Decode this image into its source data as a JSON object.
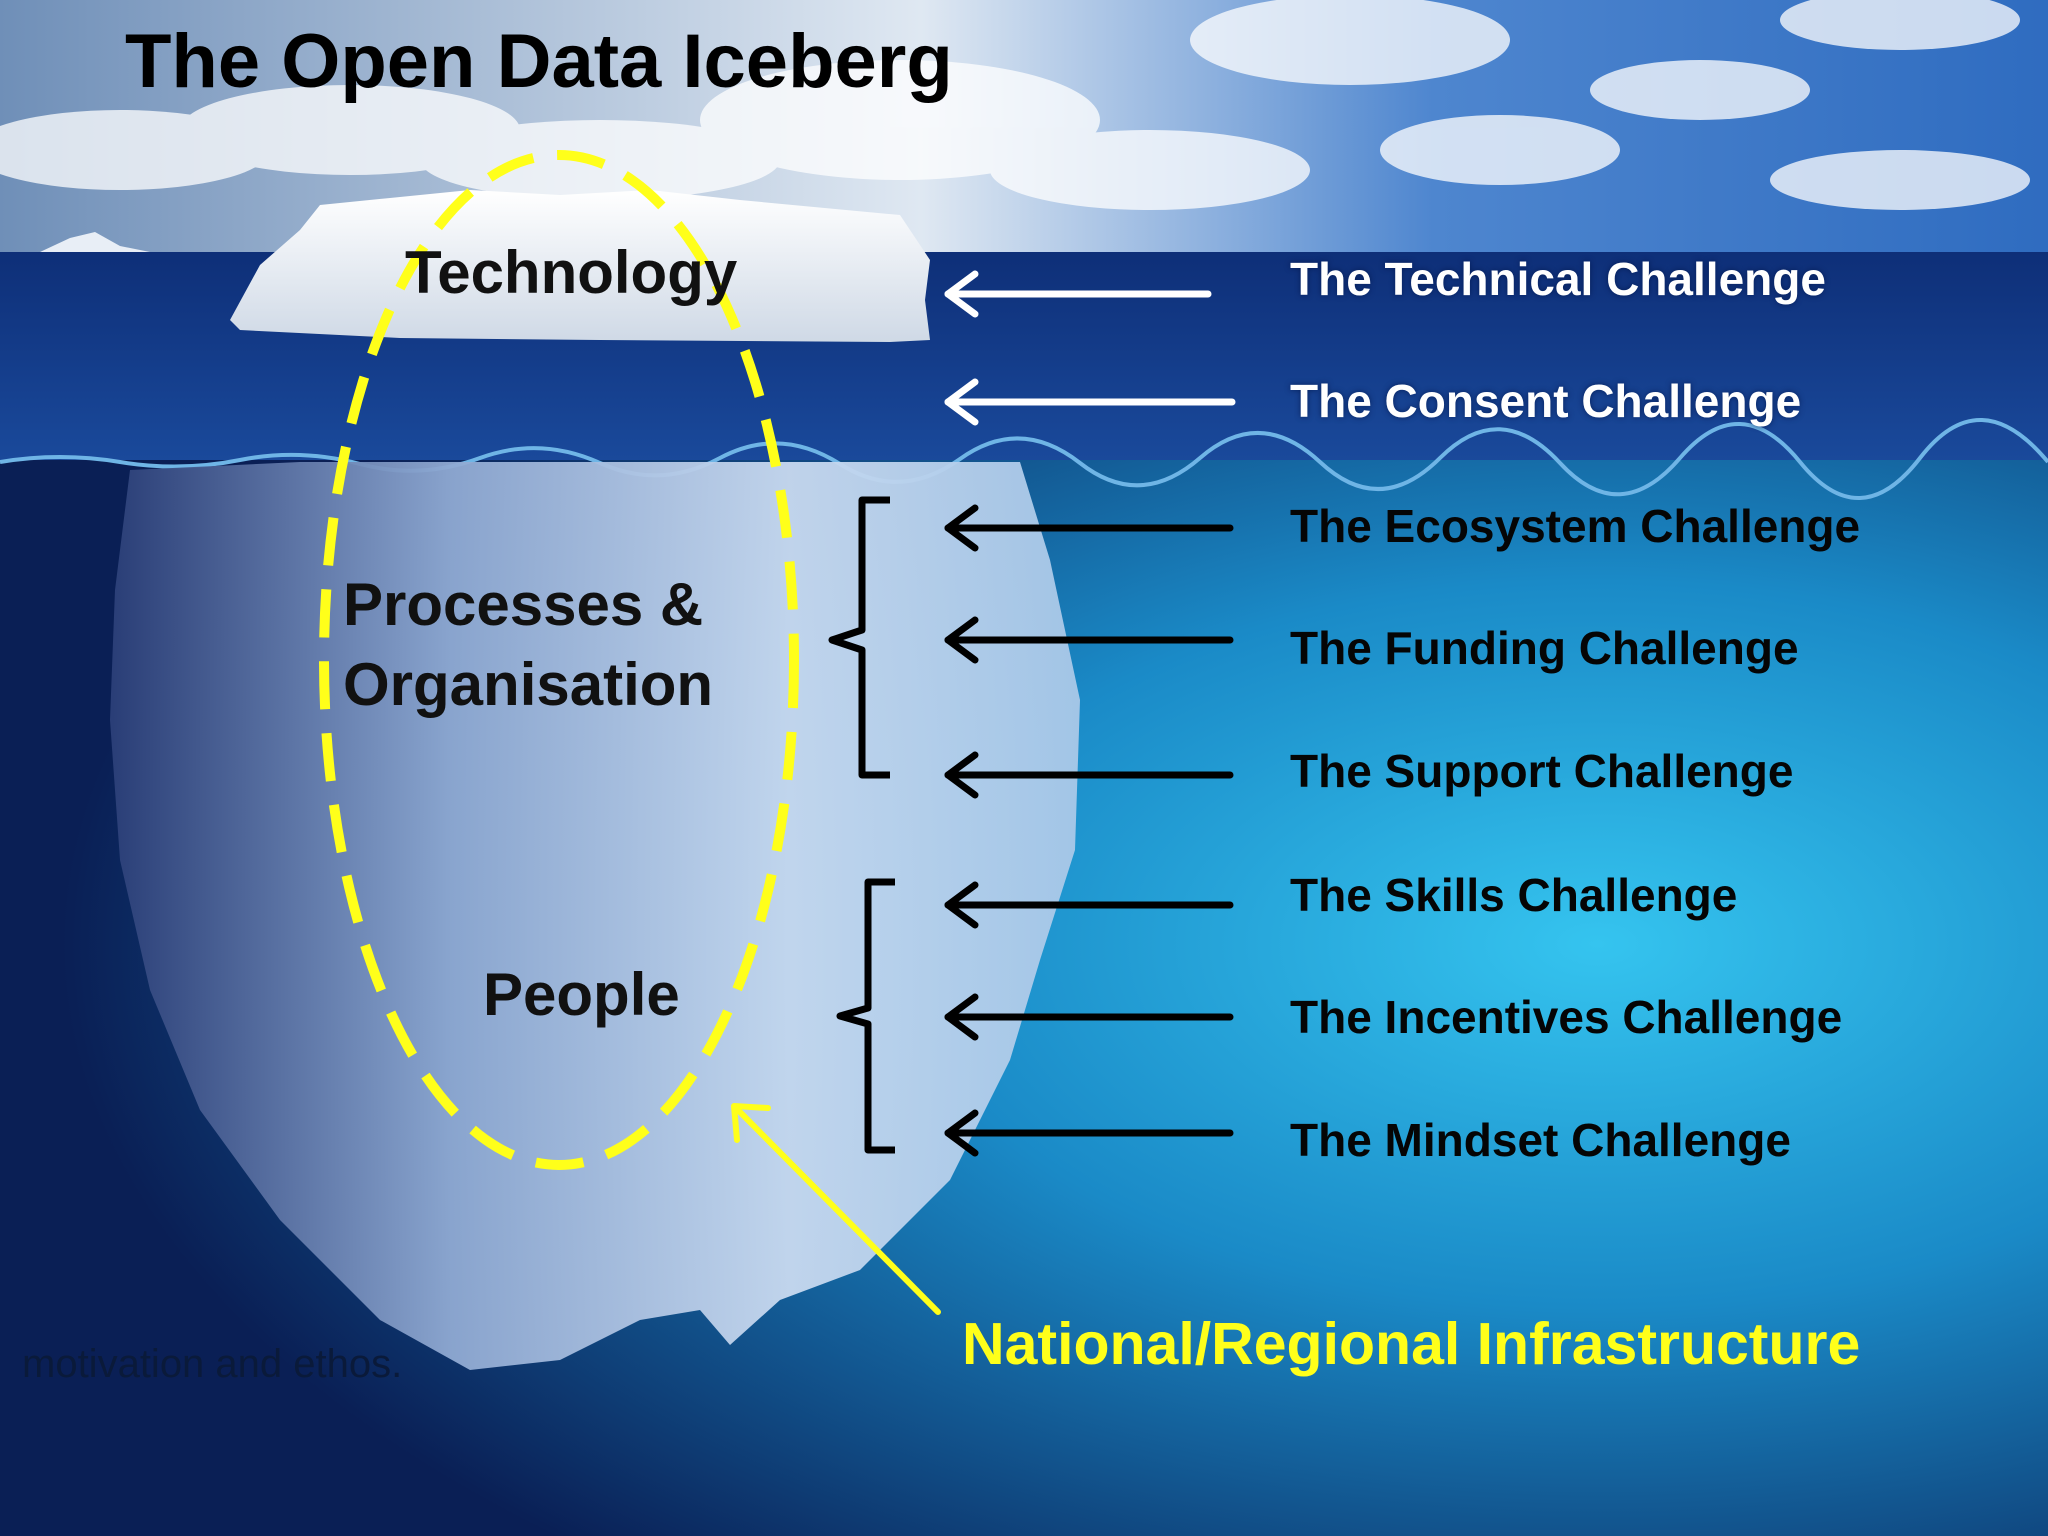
{
  "title": "The Open Data Iceberg",
  "tiers": {
    "technology": "Technology",
    "processes_line1": "Processes &",
    "processes_line2": "Organisation",
    "people": "People"
  },
  "challenges": [
    "The Technical Challenge",
    "The Consent Challenge",
    "The Ecosystem Challenge",
    "The Funding Challenge",
    "The Support Challenge",
    "The Skills Challenge",
    "The Incentives Challenge",
    "The Mindset Challenge"
  ],
  "infrastructure_label": "National/Regional Infrastructure",
  "caption_fragment": "motivation and ethos.",
  "colors": {
    "sky": "#4d86c9",
    "ocean_surface": "#123e86",
    "underwater": "#1c86c4",
    "ice": "#e8f0f8",
    "highlight_yellow": "#ffff1a",
    "arrow_light": "#ffffff",
    "arrow_dark": "#000000"
  }
}
